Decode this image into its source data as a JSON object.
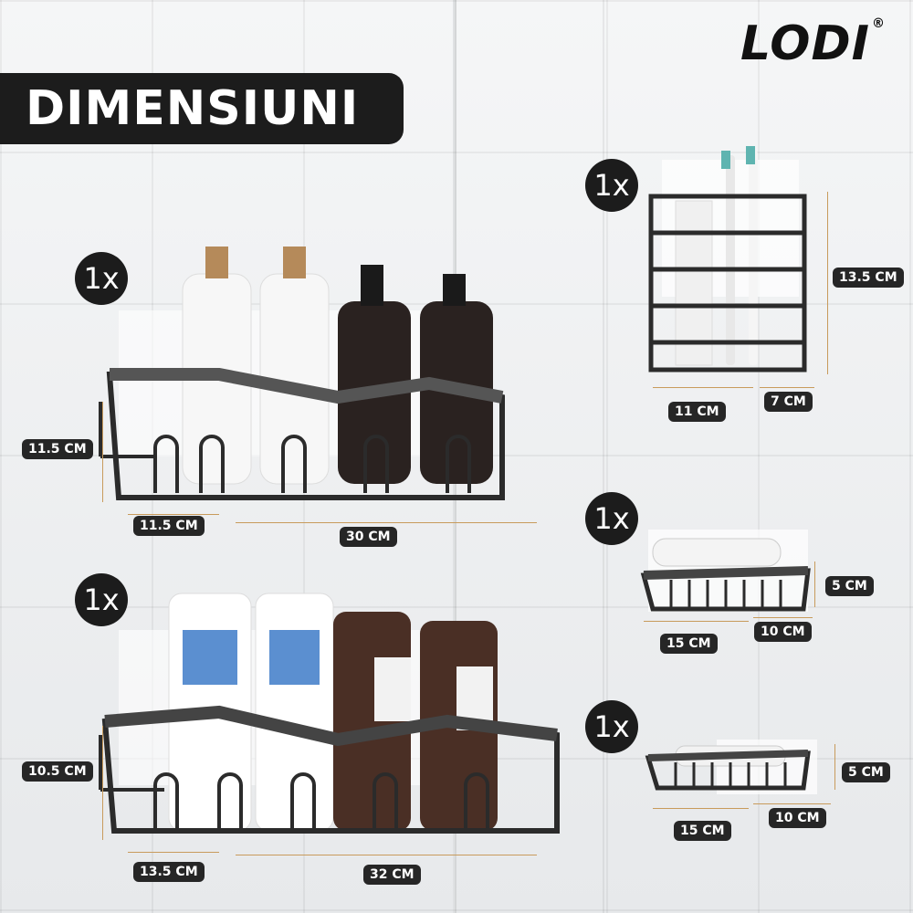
{
  "brand": {
    "logo": "LODI",
    "registered": "®"
  },
  "headline": "DIMENSIUNI",
  "products": [
    {
      "quantity": "1x",
      "dims": [
        "11.5 CM",
        "11.5 CM",
        "30 CM"
      ]
    },
    {
      "quantity": "1x",
      "dims": [
        "10.5 CM",
        "13.5 CM",
        "32 CM"
      ]
    },
    {
      "quantity": "1x",
      "dims": [
        "13.5 CM",
        "11 CM",
        "7 CM"
      ]
    },
    {
      "quantity": "1x",
      "dims": [
        "5 CM",
        "15 CM",
        "10 CM"
      ]
    },
    {
      "quantity": "1x",
      "dims": [
        "5 CM",
        "15 CM",
        "10 CM"
      ]
    }
  ],
  "colors": {
    "accent": "#c89b5c",
    "badge": "#1c1c1c",
    "rack": "#2b2b2b"
  }
}
